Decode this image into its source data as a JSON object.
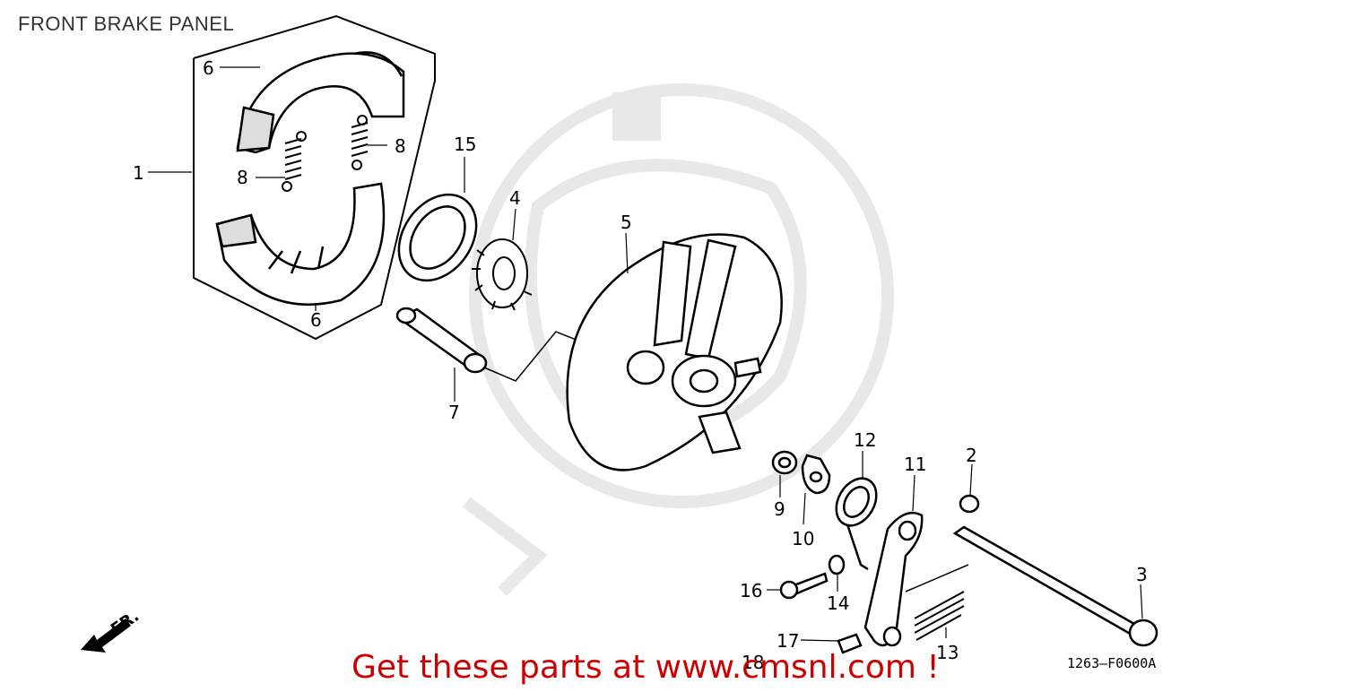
{
  "header": {
    "title": "FRONT BRAKE PANEL"
  },
  "footer": {
    "link_text": "Get these parts at www.cmsnl.com !",
    "diagram_code": "1263–F0600A"
  },
  "direction": {
    "label": "FR."
  },
  "callouts": {
    "c1": "1",
    "c2": "2",
    "c3": "3",
    "c4": "4",
    "c5": "5",
    "c6a": "6",
    "c6b": "6",
    "c7": "7",
    "c8a": "8",
    "c8b": "8",
    "c9": "9",
    "c10": "10",
    "c11": "11",
    "c12": "12",
    "c13": "13",
    "c14": "14",
    "c15": "15",
    "c16": "16",
    "c17": "17",
    "c18": "18"
  }
}
